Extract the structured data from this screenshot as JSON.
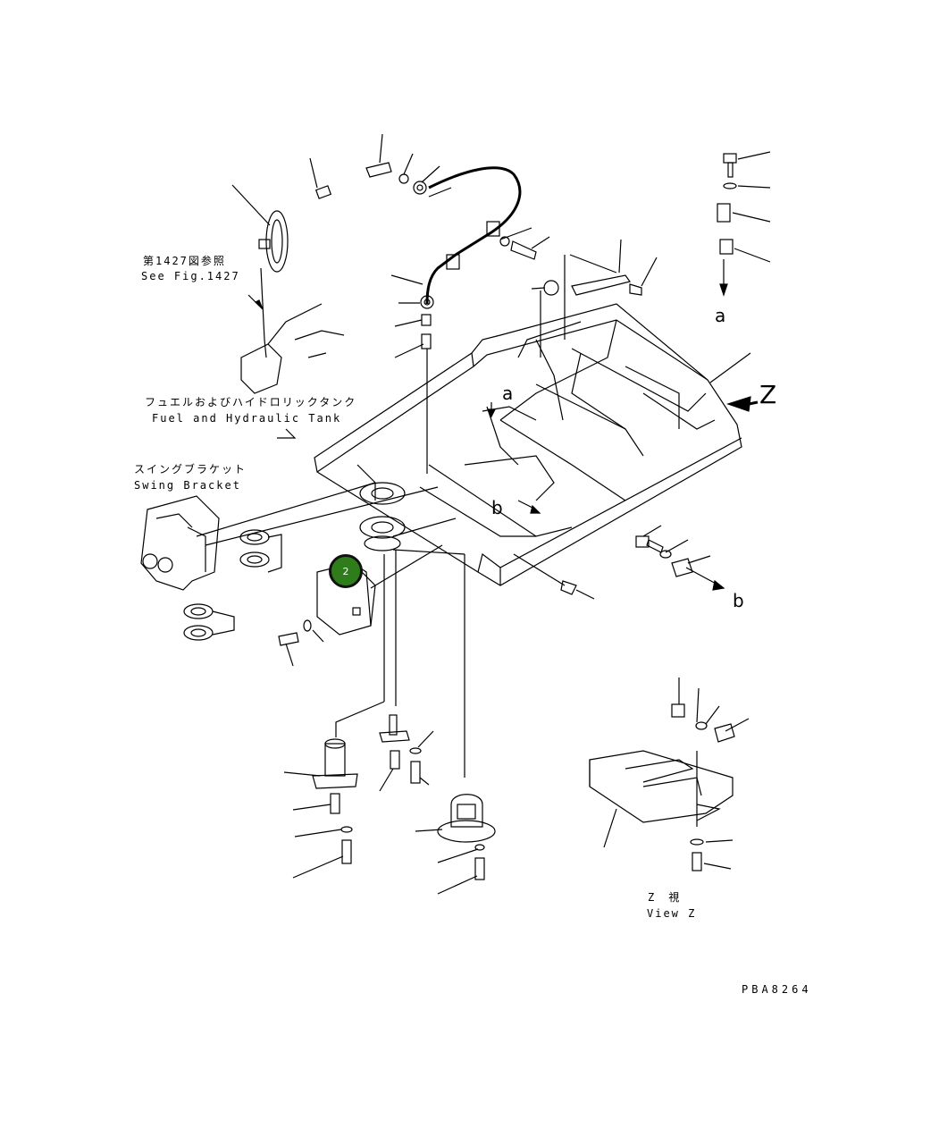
{
  "labels": {
    "see_fig_jp": "第1427図参照",
    "see_fig_en": "See Fig.1427",
    "fuel_tank_jp": "フュエルおよびハイドロリックタンク",
    "fuel_tank_en": "Fuel and Hydraulic Tank",
    "swing_bracket_jp": "スイングブラケット",
    "swing_bracket_en": "Swing Bracket",
    "view_z_jp": "Z　視",
    "view_z_en": "View Z",
    "drawing_code": "PBA8264"
  },
  "markers": {
    "a_top": "a",
    "a_frame": "a",
    "b_frame": "b",
    "b_right": "b",
    "z_arrow": "Z"
  },
  "callout": {
    "number": "2",
    "color": "#2e7d1a"
  }
}
